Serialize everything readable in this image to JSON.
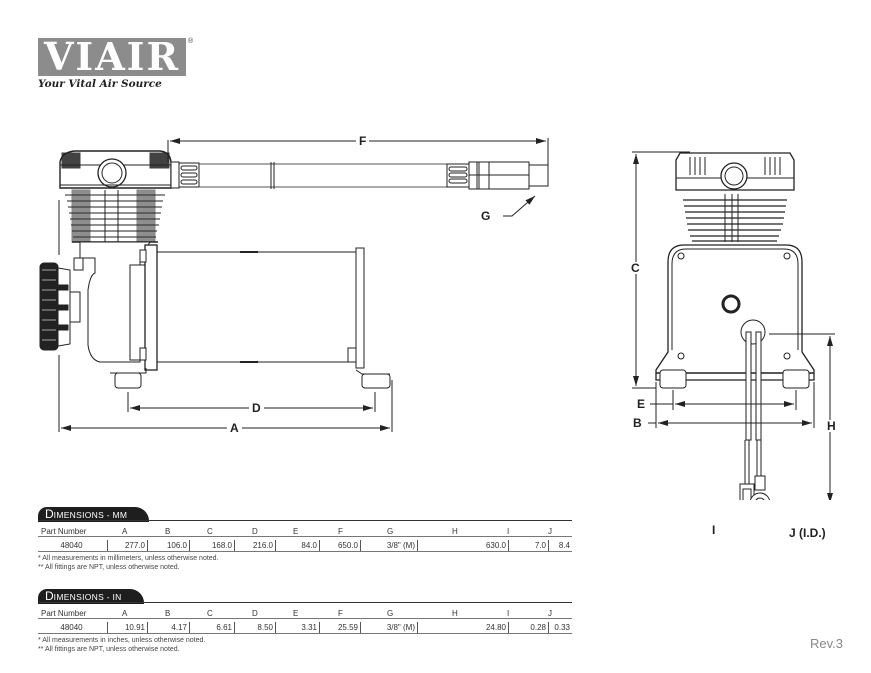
{
  "logo": {
    "brand": "VIAIR",
    "registered_mark": "®",
    "tagline": "Your Vital Air Source"
  },
  "side_view": {
    "dimension_labels": [
      "F",
      "G",
      "D",
      "A"
    ]
  },
  "front_view": {
    "dimension_labels": [
      "C",
      "E",
      "B",
      "H",
      "I",
      "J (I.D.)"
    ]
  },
  "table_mm": {
    "title_cap": "D",
    "title_rest": "IMENSIONS - MM",
    "columns": [
      "Part Number",
      "A",
      "B",
      "C",
      "D",
      "E",
      "F",
      "G",
      "H",
      "I",
      "J"
    ],
    "rows": [
      [
        "48040",
        "277.0",
        "106.0",
        "168.0",
        "216.0",
        "84.0",
        "650.0",
        "3/8\" (M)",
        "630.0",
        "7.0",
        "8.4"
      ]
    ],
    "notes": [
      "* All measurements in millimeters, unless otherwise noted.",
      "** All fittings are NPT, unless otherwise noted."
    ]
  },
  "table_in": {
    "title_cap": "D",
    "title_rest": "IMENSIONS - IN",
    "columns": [
      "Part Number",
      "A",
      "B",
      "C",
      "D",
      "E",
      "F",
      "G",
      "H",
      "I",
      "J"
    ],
    "rows": [
      [
        "48040",
        "10.91",
        "4.17",
        "6.61",
        "8.50",
        "3.31",
        "25.59",
        "3/8\" (M)",
        "24.80",
        "0.28",
        "0.33"
      ]
    ],
    "notes": [
      "* All measurements in inches, unless otherwise noted.",
      "** All fittings are NPT, unless otherwise noted."
    ]
  },
  "footer": {
    "revision": "Rev.3"
  },
  "colors": {
    "logo_gray": "#8c8c8c",
    "tab_black": "#1e1e1e",
    "line_dark": "#222222",
    "rev_gray": "#888888"
  }
}
